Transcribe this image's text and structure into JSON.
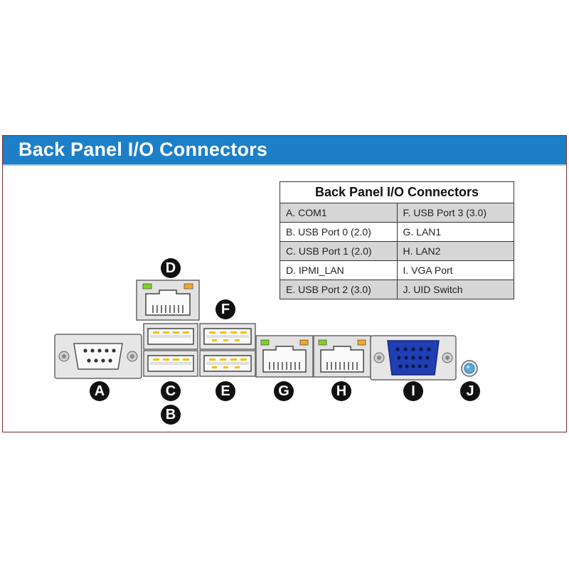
{
  "header": {
    "title": "Back Panel I/O Connectors"
  },
  "table": {
    "title": "Back Panel I/O Connectors",
    "rows": [
      [
        "A. COM1",
        "F. USB Port 3 (3.0)"
      ],
      [
        "B. USB Port 0 (2.0)",
        "G. LAN1"
      ],
      [
        "C. USB Port 1 (2.0)",
        "H. LAN2"
      ],
      [
        "D. IPMI_LAN",
        "I. VGA Port"
      ],
      [
        "E. USB Port 2 (3.0)",
        "J. UID Switch"
      ]
    ]
  },
  "labels": {
    "a": "A",
    "b": "B",
    "c": "C",
    "d": "D",
    "e": "E",
    "f": "F",
    "g": "G",
    "h": "H",
    "i": "I",
    "j": "J"
  },
  "icons": [
    "com-port-icon",
    "rj45-lan-icon",
    "usb-port-icon",
    "vga-port-icon",
    "uid-switch-icon"
  ],
  "colors": {
    "header": "#1c7fc8",
    "led_green": "#7ed321",
    "led_orange": "#f5a623",
    "usb_pins": "#f2c200",
    "vga_blue": "#1f3fb3",
    "uid_blue": "#5fa9d6"
  }
}
